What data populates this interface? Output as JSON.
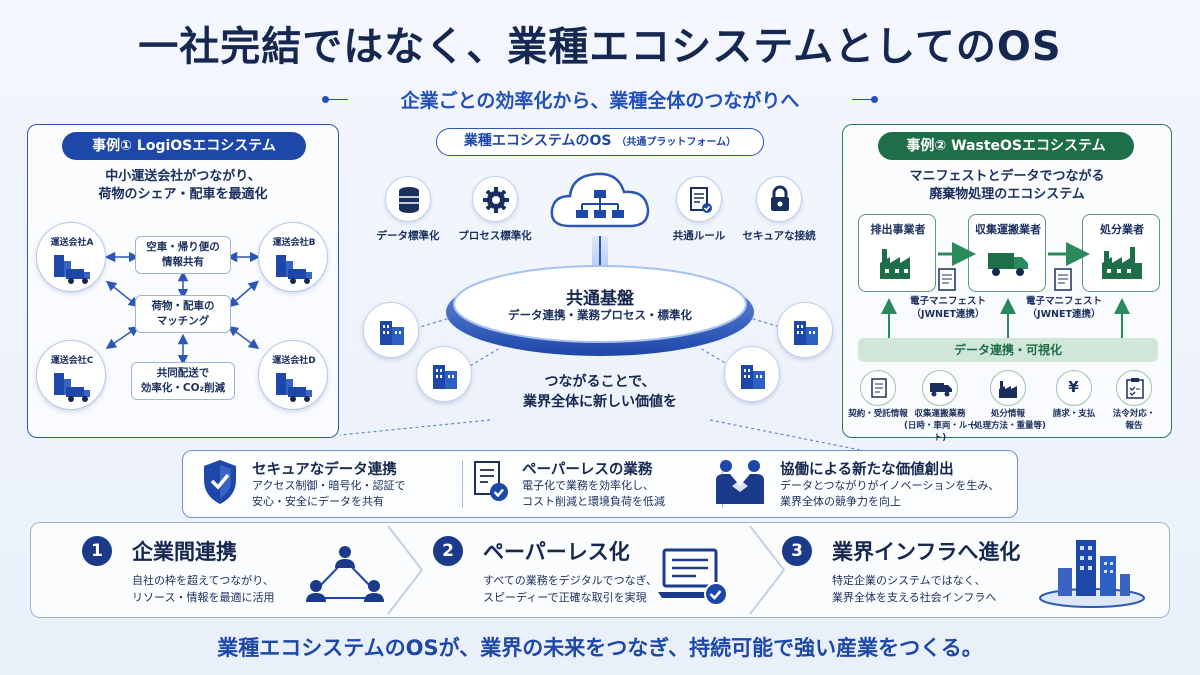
{
  "title": "一社完結ではなく、業種エコシステムとしてのOS",
  "subtitle": "企業ごとの効率化から、業種全体のつながりへ",
  "logi": {
    "header": "事例① LogiOSエコシステム",
    "desc_line1": "中小運送会社がつながり、",
    "desc_line2": "荷物のシェア・配車を最適化",
    "companies": [
      "運送会社A",
      "運送会社B",
      "運送会社C",
      "運送会社D"
    ],
    "boxes": [
      {
        "line1": "空車・帰り便の",
        "line2": "情報共有"
      },
      {
        "line1": "荷物・配車の",
        "line2": "マッチング"
      },
      {
        "line1": "共同配送で",
        "line2": "効率化・CO₂削減"
      }
    ]
  },
  "platform": {
    "header": "業種エコシステムのOS",
    "header_note": "（共通プラットフォーム）",
    "icons": [
      "データ標準化",
      "プロセス標準化",
      "共通ルール",
      "セキュアな接続"
    ],
    "base_title": "共通基盤",
    "base_desc": "データ連携・業務プロセス・標準化",
    "message_line1": "つながることで、",
    "message_line2": "業界全体に新しい価値を"
  },
  "waste": {
    "header": "事例② WasteOSエコシステム",
    "desc_line1": "マニフェストとデータでつながる",
    "desc_line2": "廃棄物処理のエコシステム",
    "actors": [
      "排出事業者",
      "収集運搬業者",
      "処分業者"
    ],
    "manifest_label_line1": "電子マニフェスト",
    "manifest_label_line2": "（JWNET連携）",
    "data_bar": "データ連携・可視化",
    "items": [
      {
        "line1": "契約・受託情報",
        "line2": ""
      },
      {
        "line1": "収集運搬業務",
        "line2": "(日時・車両・ルート)"
      },
      {
        "line1": "処分情報",
        "line2": "(処理方法・重量等)"
      },
      {
        "line1": "請求・支払",
        "line2": ""
      },
      {
        "line1": "法令対応・",
        "line2": "報告"
      }
    ]
  },
  "benefits": [
    {
      "title": "セキュアなデータ連携",
      "line1": "アクセス制御・暗号化・認証で",
      "line2": "安心・安全にデータを共有"
    },
    {
      "title": "ペーパーレスの業務",
      "line1": "電子化で業務を効率化し、",
      "line2": "コスト削減と環境負荷を低減"
    },
    {
      "title": "協働による新たな価値創出",
      "line1": "データとつながりがイノベーションを生み、",
      "line2": "業界全体の競争力を向上"
    }
  ],
  "steps": [
    {
      "num": "1",
      "title": "企業間連携",
      "line1": "自社の枠を超えてつながり、",
      "line2": "リソース・情報を最適に活用"
    },
    {
      "num": "2",
      "title": "ペーパーレス化",
      "line1": "すべての業務をデジタルでつなぎ、",
      "line2": "スピーディーで正確な取引を実現"
    },
    {
      "num": "3",
      "title": "業界インフラへ進化",
      "line1": "特定企業のシステムではなく、",
      "line2": "業界全体を支える社会インフラへ"
    }
  ],
  "footer": "業種エコシステムのOSが、業界の未来をつなぎ、持続可能で強い産業をつくる。",
  "colors": {
    "accent": "#1d47a8",
    "navy": "#16284f",
    "green": "#1f6e4a"
  }
}
